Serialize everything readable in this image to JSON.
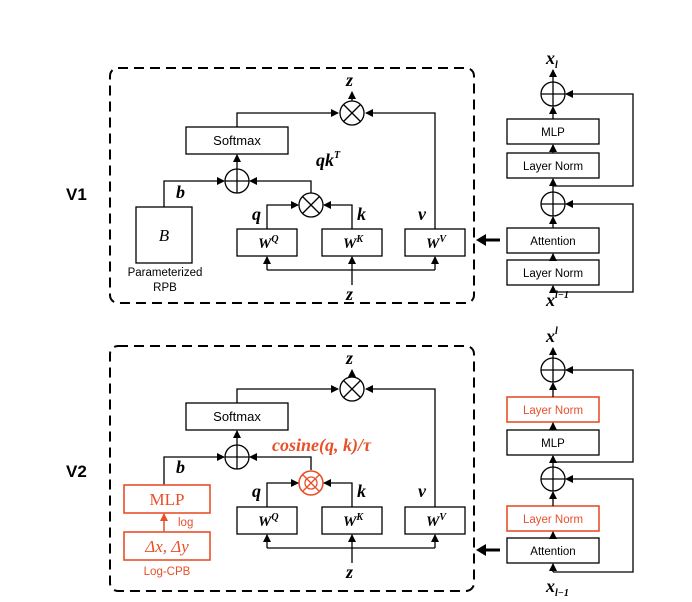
{
  "colors": {
    "highlight": "#e8502a",
    "stroke": "#000000",
    "background": "#ffffff"
  },
  "v1": {
    "label": "V1",
    "attention": {
      "softmax": "Softmax",
      "output": "z",
      "input": "z",
      "qk": "qk",
      "qk_sup": "T",
      "bias": "b",
      "q": "q",
      "k": "k",
      "v": "v",
      "wq": "W",
      "wq_sup": "Q",
      "wk": "W",
      "wk_sup": "K",
      "wv": "W",
      "wv_sup": "V",
      "bias_box": "B",
      "bias_caption_1": "Parameterized",
      "bias_caption_2": "RPB"
    },
    "block": {
      "output": "x",
      "output_sub": "l",
      "input": "x",
      "input_sup": "l−1",
      "blocks": [
        "MLP",
        "Layer Norm",
        "Attention",
        "Layer Norm"
      ]
    }
  },
  "v2": {
    "label": "V2",
    "attention": {
      "softmax": "Softmax",
      "output": "z",
      "input": "z",
      "similarity": "cosine(q, k)/τ",
      "bias": "b",
      "q": "q",
      "k": "k",
      "v": "v",
      "wq": "W",
      "wq_sup": "Q",
      "wk": "W",
      "wk_sup": "K",
      "wv": "W",
      "wv_sup": "V",
      "mlp": "MLP",
      "log_label": "log",
      "coords": "Δx, Δy",
      "cpb_caption": "Log-CPB"
    },
    "block": {
      "output": "x",
      "output_sup": "l",
      "input": "x",
      "input_sub": "l−1",
      "blocks": [
        {
          "label": "Layer Norm",
          "highlight": true
        },
        {
          "label": "MLP",
          "highlight": false
        },
        {
          "label": "Layer Norm",
          "highlight": true
        },
        {
          "label": "Attention",
          "highlight": false
        }
      ]
    }
  }
}
